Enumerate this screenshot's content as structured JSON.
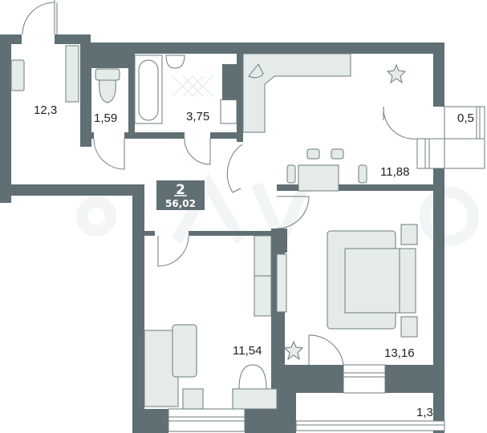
{
  "plan": {
    "rooms_count": "2",
    "total_area": "56,02",
    "colors": {
      "wall": "#5f6f73",
      "furniture": "#e4ebe9",
      "badge": "#5f6f73"
    },
    "rooms": [
      {
        "id": "hall",
        "area": "12,3"
      },
      {
        "id": "toilet",
        "area": "1,59"
      },
      {
        "id": "bathroom",
        "area": "3,75"
      },
      {
        "id": "kitchen",
        "area": "11,88"
      },
      {
        "id": "loggia-kitchen",
        "area": "0,5"
      },
      {
        "id": "bedroom-child",
        "area": "11,54"
      },
      {
        "id": "bedroom-master",
        "area": "13,16"
      },
      {
        "id": "loggia-bedroom",
        "area": "1,3"
      }
    ]
  }
}
